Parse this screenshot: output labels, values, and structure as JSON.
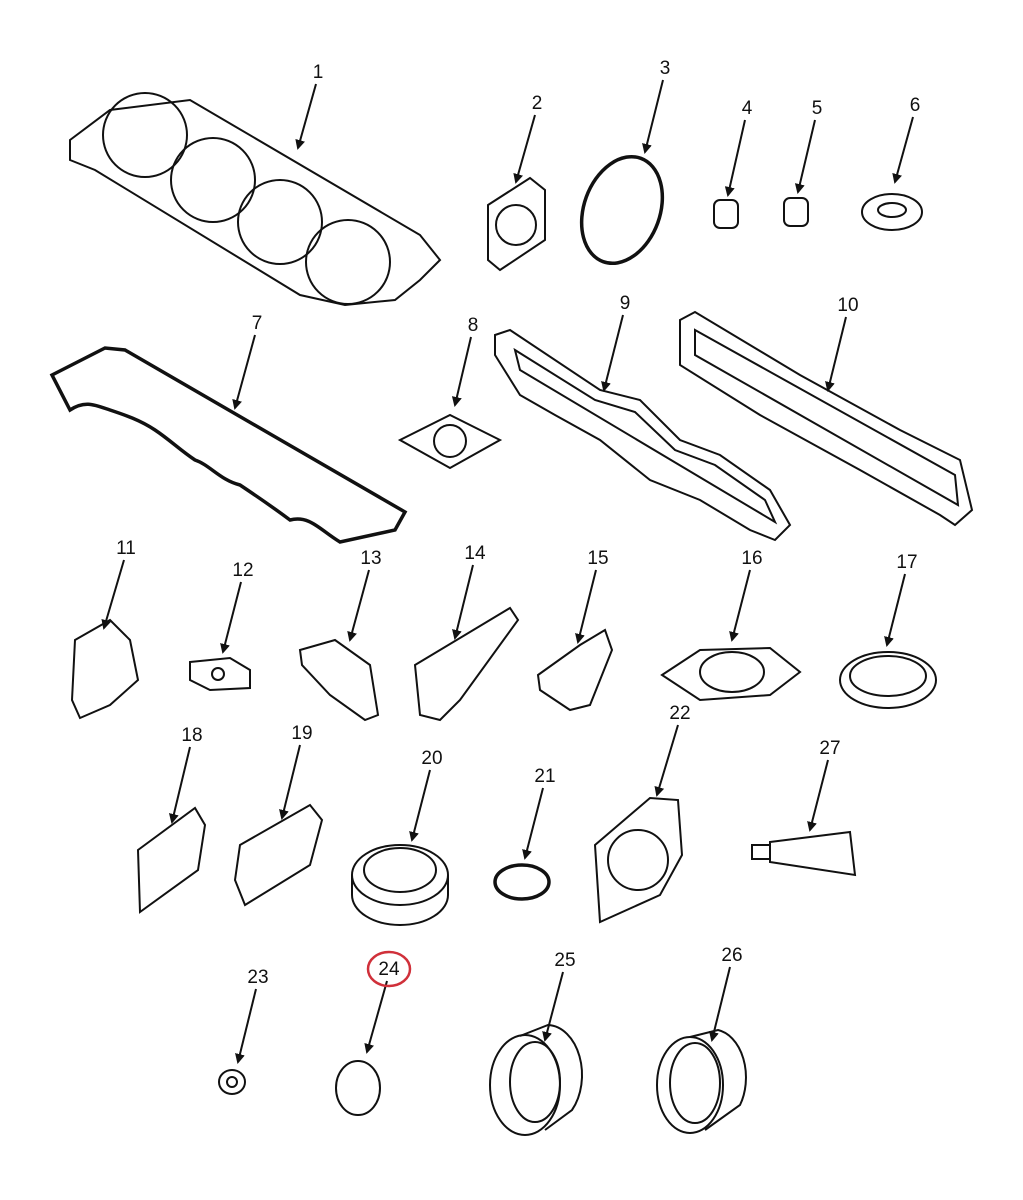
{
  "diagram": {
    "type": "exploded parts view",
    "highlight_color": "#d0303a",
    "highlighted_callout": "24",
    "callouts": [
      "1",
      "2",
      "3",
      "4",
      "5",
      "6",
      "7",
      "8",
      "9",
      "10",
      "11",
      "12",
      "13",
      "14",
      "15",
      "16",
      "17",
      "18",
      "19",
      "20",
      "21",
      "22",
      "23",
      "24",
      "25",
      "26",
      "27"
    ]
  }
}
